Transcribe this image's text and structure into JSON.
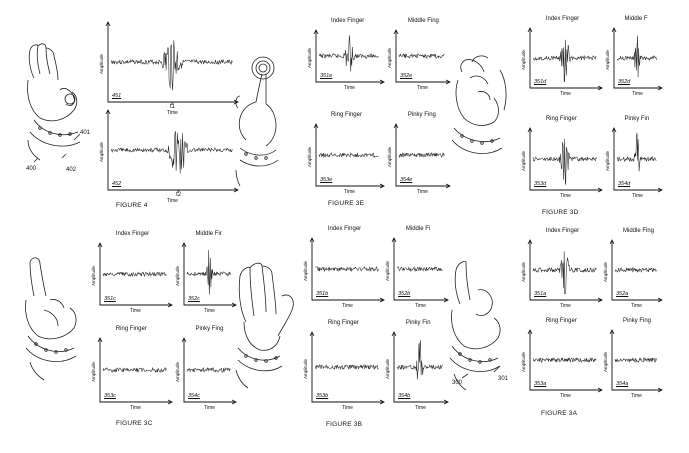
{
  "figures": [
    {
      "caption": "FIGURE 4",
      "hand_icon": "wrist-band-pinch-hand-icon",
      "ref_labels": [
        "400",
        "401",
        "402"
      ],
      "right_icon": "finger-tap-button-icon",
      "panels": [
        {
          "id": "451",
          "ylabel": "Amplitude",
          "xlabel": "Time",
          "marker": "t1"
        },
        {
          "id": "452",
          "ylabel": "Amplitude",
          "xlabel": "Time",
          "marker": "t2"
        }
      ]
    },
    {
      "caption": "FIGURE 3E",
      "hand_icon": "wrist-band-fist-hand-icon",
      "panels": [
        {
          "id": "351e",
          "title": "Index Finger",
          "ylabel": "Amplitude",
          "xlabel": "Time",
          "burst": true
        },
        {
          "id": "352e",
          "title": "Middle Fing",
          "ylabel": "Amplitude",
          "xlabel": "Time",
          "burst": false
        },
        {
          "id": "353e",
          "title": "Ring Finger",
          "ylabel": "Amplitude",
          "xlabel": "Time",
          "burst": false
        },
        {
          "id": "354e",
          "title": "Pinky Fing",
          "ylabel": "Amplitude",
          "xlabel": "Time",
          "burst": false
        }
      ]
    },
    {
      "caption": "FIGURE 3D",
      "panels": [
        {
          "id": "351d",
          "title": "Index Finger",
          "ylabel": "Amplitude",
          "xlabel": "Time",
          "burst": true
        },
        {
          "id": "352d",
          "title": "Middle F",
          "ylabel": "Amplitude",
          "xlabel": "Time",
          "burst": true
        },
        {
          "id": "353d",
          "title": "Ring Finger",
          "ylabel": "Amplitude",
          "xlabel": "Time",
          "burst": true
        },
        {
          "id": "354d",
          "title": "Pinky Fin",
          "ylabel": "Amplitude",
          "xlabel": "Time",
          "burst": true
        }
      ]
    },
    {
      "caption": "FIGURE 3C",
      "hand_icon": "wrist-band-open-hand-icon",
      "right_icon": "wrist-band-raised-hand-icon",
      "panels": [
        {
          "id": "351c",
          "title": "Index Finger",
          "ylabel": "Amplitude",
          "xlabel": "Time",
          "burst": false
        },
        {
          "id": "352c",
          "title": "Middle Fir",
          "ylabel": "Amplitude",
          "xlabel": "Time",
          "burst": true
        },
        {
          "id": "353c",
          "title": "Ring Finger",
          "ylabel": "Amplitude",
          "xlabel": "Time",
          "burst": false
        },
        {
          "id": "354c",
          "title": "Pinky Fing",
          "ylabel": "Amplitude",
          "xlabel": "Time",
          "burst": false
        }
      ]
    },
    {
      "caption": "FIGURE 3B",
      "hand_icon": "wrist-band-pinky-pinch-hand-icon",
      "ref_labels": [
        "300",
        "301"
      ],
      "panels": [
        {
          "id": "351b",
          "title": "Index Finger",
          "ylabel": "Amplitude",
          "xlabel": "Time",
          "burst": false
        },
        {
          "id": "352b",
          "title": "Middle Fi",
          "ylabel": "Amplitude",
          "xlabel": "Time",
          "burst": false
        },
        {
          "id": "353b",
          "title": "Ring Finger",
          "ylabel": "Amplitude",
          "xlabel": "Time",
          "burst": false
        },
        {
          "id": "354b",
          "title": "Pinky Fin",
          "ylabel": "Amplitude",
          "xlabel": "Time",
          "burst": true
        }
      ]
    },
    {
      "caption": "FIGURE 3A",
      "panels": [
        {
          "id": "351a",
          "title": "Index Finger",
          "ylabel": "Amplitude",
          "xlabel": "Time",
          "burst": true
        },
        {
          "id": "352a",
          "title": "Middle Fing",
          "ylabel": "Amplitude",
          "xlabel": "Time",
          "burst": false
        },
        {
          "id": "353a",
          "title": "Ring Finger",
          "ylabel": "Amplitude",
          "xlabel": "Time",
          "burst": false
        },
        {
          "id": "354a",
          "title": "Pinky Fing",
          "ylabel": "Amplitude",
          "xlabel": "Time",
          "burst": false
        }
      ]
    }
  ]
}
